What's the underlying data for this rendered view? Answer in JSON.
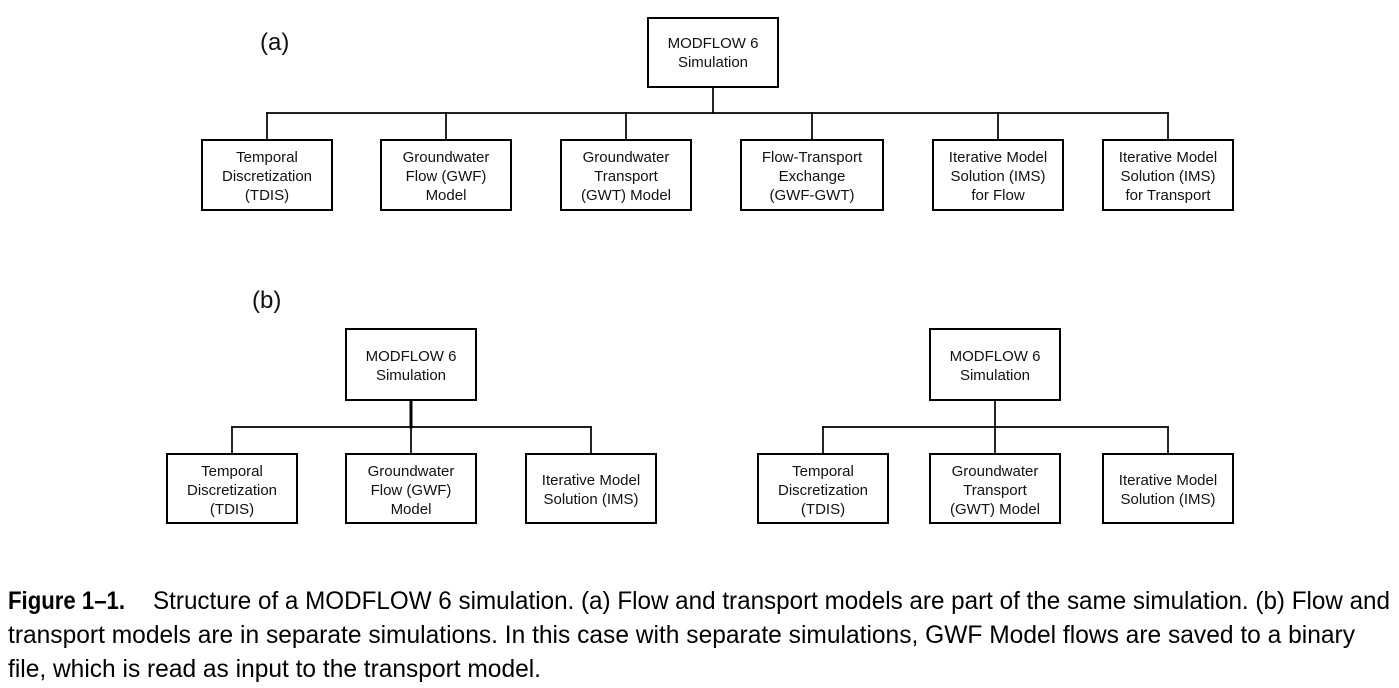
{
  "panel_a": {
    "label": "(a)",
    "root": {
      "lines": [
        "MODFLOW 6",
        "Simulation"
      ]
    },
    "children": [
      {
        "lines": [
          "Temporal",
          "Discretization",
          "(TDIS)"
        ]
      },
      {
        "lines": [
          "Groundwater",
          "Flow (GWF)",
          "Model"
        ]
      },
      {
        "lines": [
          "Groundwater",
          "Transport",
          "(GWT) Model"
        ]
      },
      {
        "lines": [
          "Flow-Transport",
          "Exchange",
          "(GWF-GWT)"
        ]
      },
      {
        "lines": [
          "Iterative Model",
          "Solution (IMS)",
          "for Flow"
        ]
      },
      {
        "lines": [
          "Iterative Model",
          "Solution (IMS)",
          "for Transport"
        ]
      }
    ]
  },
  "panel_b": {
    "label": "(b)",
    "simulations": [
      {
        "root": {
          "lines": [
            "MODFLOW 6",
            "Simulation"
          ]
        },
        "children": [
          {
            "lines": [
              "Temporal",
              "Discretization",
              "(TDIS)"
            ]
          },
          {
            "lines": [
              "Groundwater",
              "Flow (GWF)",
              "Model"
            ]
          },
          {
            "lines": [
              "Iterative Model",
              "Solution (IMS)"
            ]
          }
        ]
      },
      {
        "root": {
          "lines": [
            "MODFLOW 6",
            "Simulation"
          ]
        },
        "children": [
          {
            "lines": [
              "Temporal",
              "Discretization",
              "(TDIS)"
            ]
          },
          {
            "lines": [
              "Groundwater",
              "Transport",
              "(GWT) Model"
            ]
          },
          {
            "lines": [
              "Iterative Model",
              "Solution (IMS)"
            ]
          }
        ]
      }
    ]
  },
  "caption": {
    "label": "Figure 1–1.",
    "lines": [
      "Structure of a MODFLOW 6 simulation. (a) Flow and transport models are part of the same simulation. (b) Flow and",
      "transport models are in separate simulations. In this case with separate simulations, GWF Model flows are saved to a binary",
      "file, which is read as input to the transport model."
    ]
  }
}
